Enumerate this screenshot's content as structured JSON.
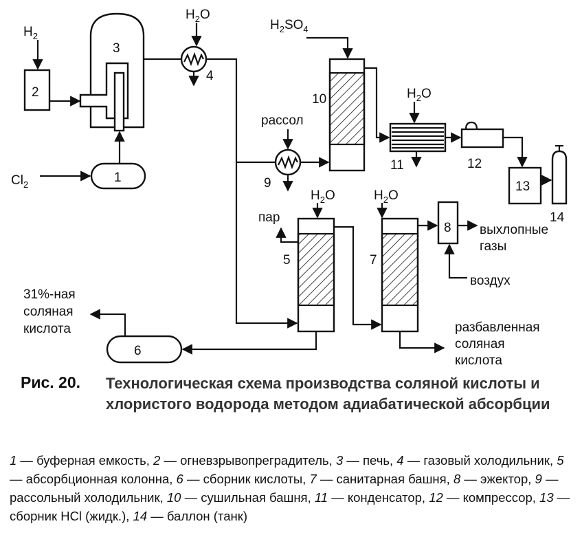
{
  "labels": {
    "h2": "H",
    "h2_sub": "2",
    "cl2": "Cl",
    "cl2_sub": "2",
    "h2o": "H",
    "h2o_sub": "2",
    "h2o_o": "O",
    "h2so4_h": "H",
    "h2so4_2": "2",
    "h2so4_so": "SO",
    "h2so4_4": "4",
    "brine": "рассол",
    "steam": "пар",
    "exhaust1": "выхлопные",
    "exhaust2": "газы",
    "air": "воздух",
    "acid31_1": "31%-ная",
    "acid31_2": "соляная",
    "acid31_3": "кислота",
    "dilute1": "разбавленная",
    "dilute2": "соляная",
    "dilute3": "кислота"
  },
  "numbers": {
    "n1": "1",
    "n2": "2",
    "n3": "3",
    "n4": "4",
    "n5": "5",
    "n6": "6",
    "n7": "7",
    "n8": "8",
    "n9": "9",
    "n10": "10",
    "n11": "11",
    "n12": "12",
    "n13": "13",
    "n14": "14"
  },
  "caption": {
    "label": "Рис. 20.",
    "text": "Технологическая схема производства соляной кислоты и хлористого водорода методом адиабатической абсорбции"
  },
  "legend": [
    {
      "n": "1",
      "t": " — буферная емкость, "
    },
    {
      "n": "2",
      "t": " — огневзрывопреградитель, "
    },
    {
      "n": "3",
      "t": " — печь, "
    },
    {
      "n": "4",
      "t": " — газовый холодильник, "
    },
    {
      "n": "5",
      "t": " — абсорбционная колонна, "
    },
    {
      "n": "6",
      "t": " — сборник кислоты, "
    },
    {
      "n": "7",
      "t": " — санитарная башня, "
    },
    {
      "n": "8",
      "t": " — эжектор, "
    },
    {
      "n": "9",
      "t": " — рассольный холодильник, "
    },
    {
      "n": "10",
      "t": " — сушильная башня, "
    },
    {
      "n": "11",
      "t": " — конденсатор, "
    },
    {
      "n": "12",
      "t": " — компрессор, "
    },
    {
      "n": "13",
      "t": " — сборник HCl (жидк.), "
    },
    {
      "n": "14",
      "t": " — баллон (танк)"
    }
  ]
}
